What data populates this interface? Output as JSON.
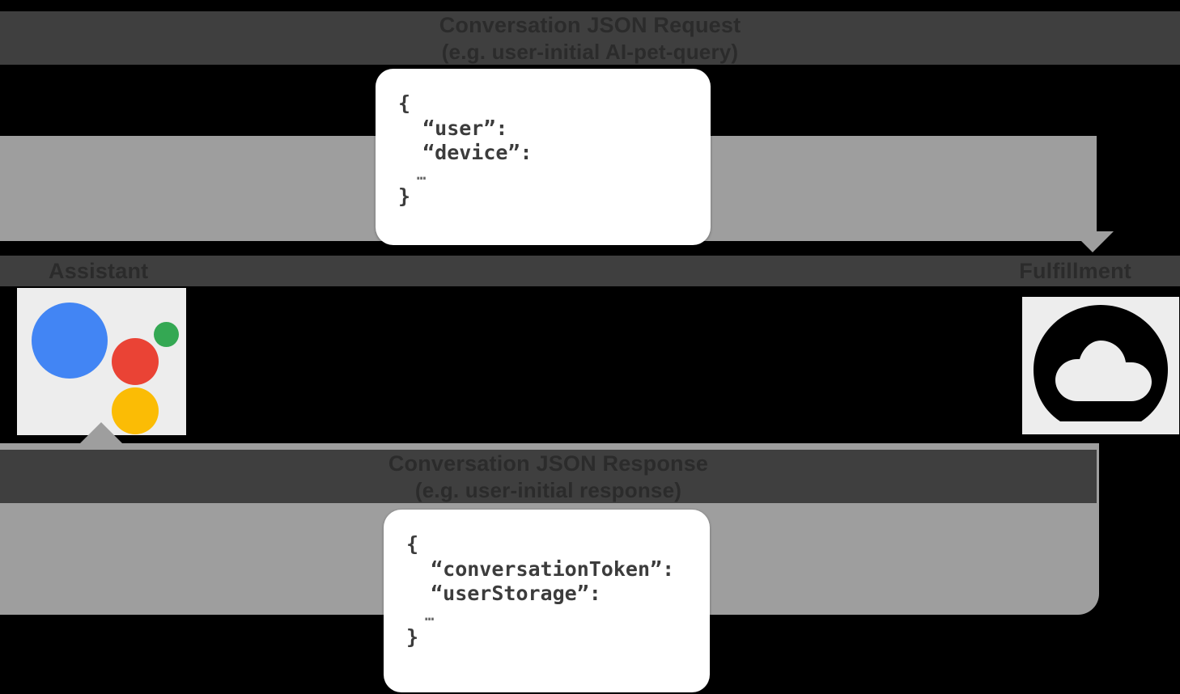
{
  "diagram": {
    "title_top": "Conversation JSON Request",
    "subtitle_top": "(e.g. user-initial AI-pet-query)",
    "title_bottom": "Conversation JSON Response",
    "subtitle_bottom": "(e.g. user-initial response)",
    "left_label": "Assistant",
    "right_label": "Fulfillment"
  },
  "request_code": {
    "open_brace": "{",
    "key_1": "“user”:",
    "key_2": "“device”:",
    "ellipsis": "…",
    "close_brace": "}"
  },
  "response_code": {
    "open_brace": "{",
    "key_1": "“conversationToken”:",
    "key_2": "“userStorage”:",
    "ellipsis": "…",
    "close_brace": "}"
  },
  "icons": {
    "assistant": "google-assistant-icon",
    "cloud": "google-cloud-icon"
  },
  "colors": {
    "background": "#000000",
    "arrow": "#9e9e9e",
    "label_strip": "#3f3f3f",
    "label_text": "#2b2b2b",
    "card_bg": "#ffffff",
    "code_text": "#3c3c3c",
    "tile_bg": "#ededed",
    "assistant_blue": "#4285F4",
    "assistant_red": "#EA4335",
    "assistant_yellow": "#FBBC05",
    "assistant_green": "#34A853"
  }
}
